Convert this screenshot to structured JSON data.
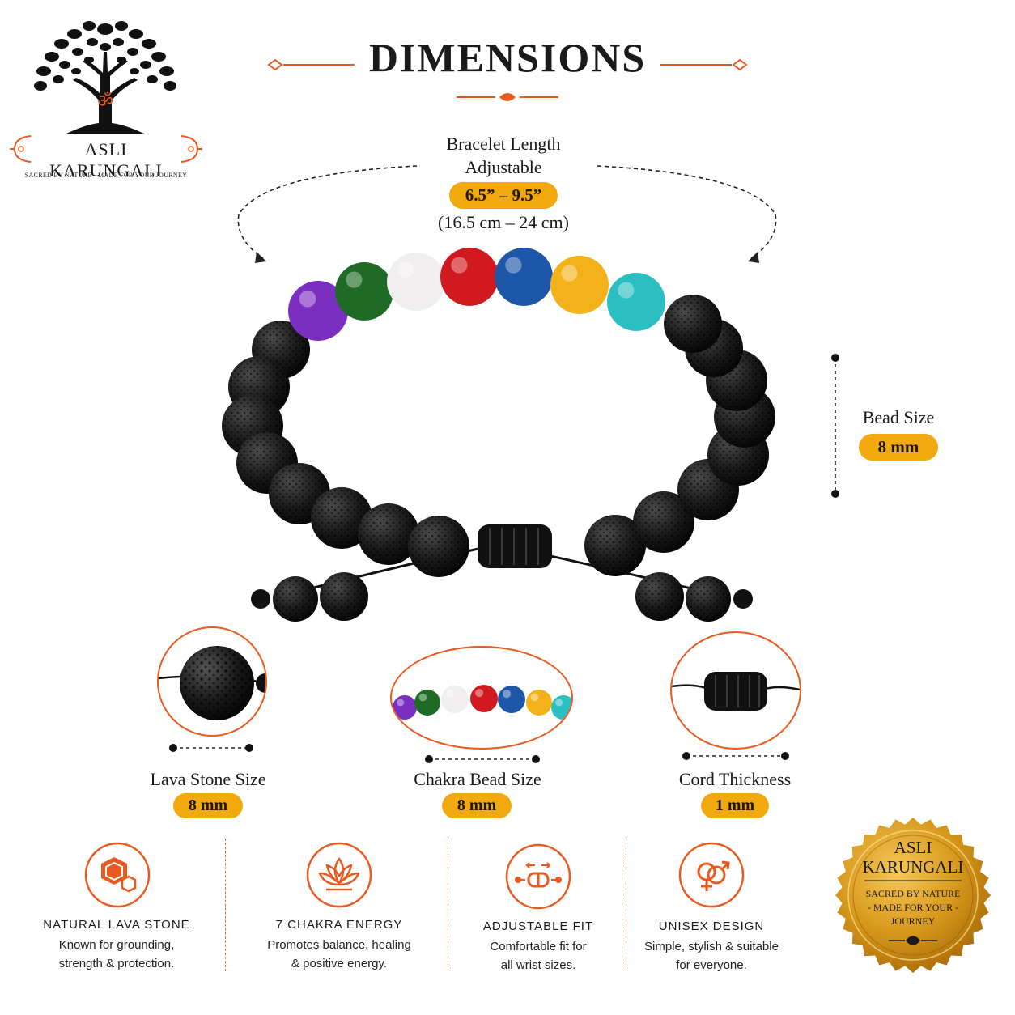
{
  "brand": {
    "name": "ASLI KARUNGALI",
    "tagline": "SACRED BY NATURE - MADE FOR YOUR JOURNEY",
    "om_symbol": "ॐ"
  },
  "heading": "DIMENSIONS",
  "bracelet_length": {
    "label_line1": "Bracelet Length",
    "label_line2": "Adjustable",
    "inches": "6.5” – 9.5”",
    "cm": "(16.5 cm – 24 cm)"
  },
  "bead_size": {
    "label": "Bead Size",
    "value": "8 mm"
  },
  "details": [
    {
      "label": "Lava Stone Size",
      "value": "8 mm"
    },
    {
      "label": "Chakra Bead Size",
      "value": "8 mm"
    },
    {
      "label": "Cord Thickness",
      "value": "1 mm"
    }
  ],
  "features": [
    {
      "title": "NATURAL LAVA STONE",
      "desc1": "Known for grounding,",
      "desc2": "strength & protection.",
      "icon": "hexagon-stone-icon"
    },
    {
      "title": "7 CHAKRA ENERGY",
      "desc1": "Promotes balance, healing",
      "desc2": "& positive energy.",
      "icon": "lotus-icon"
    },
    {
      "title": "ADJUSTABLE FIT",
      "desc1": "Comfortable fit for",
      "desc2": "all wrist sizes.",
      "icon": "adjustable-cord-icon"
    },
    {
      "title": "UNISEX DESIGN",
      "desc1": "Simple, stylish & suitable",
      "desc2": "for everyone.",
      "icon": "gender-symbols-icon"
    }
  ],
  "seal": {
    "line1": "ASLI",
    "line2": "KARUNGALI",
    "tag1": "SACRED BY NATURE",
    "tag2": "- MADE FOR YOUR -",
    "tag3": "JOURNEY"
  },
  "colors": {
    "accent": "#e85a1f",
    "pill": "#f2a90e",
    "lava": "#1b1b1b",
    "gold": "#d89a1c"
  },
  "chakra_beads": [
    "#7b2fc0",
    "#1f6b25",
    "#f1eef0",
    "#d11a1f",
    "#1f57a8",
    "#f3b21a",
    "#2cbfc2"
  ]
}
